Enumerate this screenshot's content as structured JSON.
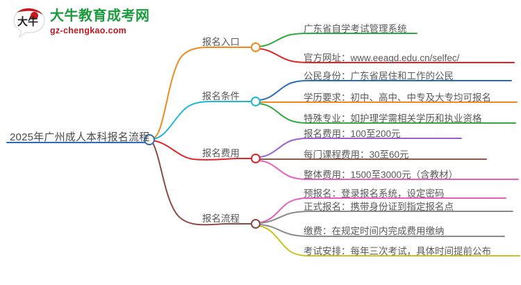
{
  "logo": {
    "badge_text": "大牛",
    "brand_cn": "大牛教育成考网",
    "brand_url": "gz-chengkao.com",
    "brand_cn_color": "#1a9c3c",
    "brand_url_color": "#c4161c",
    "badge_color": "#c4161c"
  },
  "mindmap": {
    "root": {
      "label": "2025年广州成人本科报名流程",
      "node_color": "#2d6cb5",
      "line_color": "#2d6cb5"
    },
    "branches": [
      {
        "label": "报名入口",
        "color": "#f08a1e",
        "children": [
          {
            "label": "广东省自学考试管理系统",
            "color": "#31a93c"
          },
          {
            "label": "官方网址：www.eeagd.edu.cn/selfec/",
            "color": "#e0242a"
          }
        ]
      },
      {
        "label": "报名条件",
        "color": "#1fb6d6",
        "children": [
          {
            "label": "公民身份：广东省居住和工作的公民",
            "color": "#2d6cb5"
          },
          {
            "label": "学历要求：初中、高中、中专及大专均可报名",
            "color": "#f08a1e"
          },
          {
            "label": "特殊专业：如护理学需相关学历和执业资格",
            "color": "#31a93c"
          }
        ]
      },
      {
        "label": "报名费用",
        "color": "#e0242a",
        "children": [
          {
            "label": "报名费用：100至200元",
            "color": "#9b5fcf"
          },
          {
            "label": "每门课程费用：30至60元",
            "color": "#8a5a4a"
          },
          {
            "label": "整体费用：1500至3000元（含教材）",
            "color": "#e85fb8"
          }
        ]
      },
      {
        "label": "报名流程",
        "color": "#8a4b42",
        "children": [
          {
            "label": "预报名：登录报名系统，设定密码",
            "color": "#e85fb8"
          },
          {
            "label": "正式报名：携带身份证到指定报名点",
            "color": "#8a8a8a"
          },
          {
            "label": "缴费：在规定时间内完成费用缴纳",
            "color": "#8a8a8a"
          },
          {
            "label": "考试安排：每年三次考试，具体时间提前公布",
            "color": "#c9c21e"
          }
        ]
      }
    ]
  }
}
